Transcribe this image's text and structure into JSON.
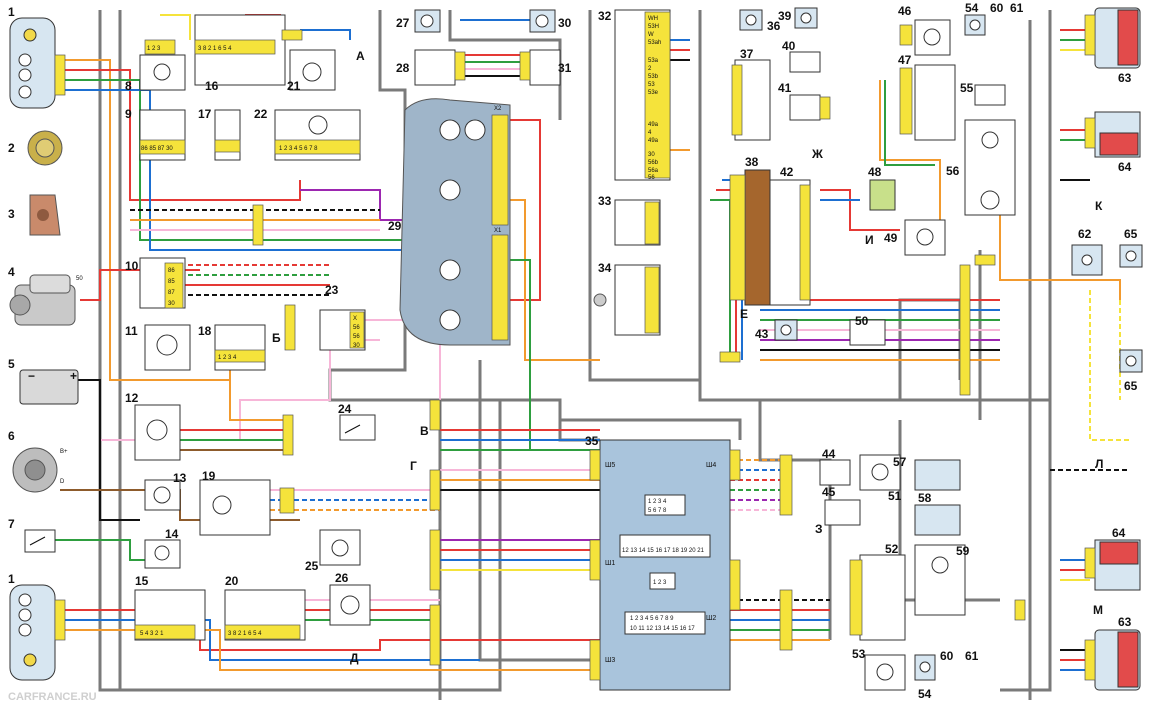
{
  "diagram": {
    "components": [
      "1",
      "2",
      "3",
      "4",
      "5",
      "6",
      "7",
      "8",
      "9",
      "10",
      "11",
      "12",
      "13",
      "14",
      "15",
      "16",
      "17",
      "18",
      "19",
      "20",
      "21",
      "22",
      "23",
      "24",
      "25",
      "26",
      "27",
      "28",
      "29",
      "30",
      "31",
      "32",
      "33",
      "34",
      "35",
      "36",
      "37",
      "38",
      "39",
      "40",
      "41",
      "42",
      "43",
      "44",
      "45",
      "46",
      "47",
      "48",
      "49",
      "50",
      "51",
      "52",
      "53",
      "54",
      "55",
      "56",
      "57",
      "58",
      "59",
      "60",
      "61",
      "62",
      "63",
      "64",
      "65"
    ],
    "connector_letters": [
      "А",
      "Б",
      "В",
      "Г",
      "Д",
      "Е",
      "Ж",
      "З",
      "И",
      "К",
      "Л",
      "М"
    ],
    "block35_connectors": [
      "Ш5",
      "Ш4",
      "Ш1",
      "Ш2",
      "Ш3"
    ],
    "block9_pins": [
      "86",
      "85",
      "87",
      "30"
    ],
    "block10_pins": [
      "86",
      "85",
      "87",
      "30"
    ],
    "block23_pins": [
      "X",
      "56",
      "56",
      "30"
    ],
    "block29_sockets": [
      "X2",
      "X1"
    ],
    "block32_pins": [
      "WH",
      "53H",
      "W",
      "53ah",
      "53a",
      "2",
      "53b",
      "53",
      "53e",
      "49a",
      "4",
      "49a",
      "30",
      "56b",
      "56a",
      "56"
    ],
    "block6_terminals": [
      "B+",
      "D"
    ],
    "starter_terminal": "50",
    "plug_pins": {
      "p1": [
        "1",
        "2",
        "3",
        "4",
        "5",
        "6",
        "7",
        "8"
      ],
      "p2": [
        "12",
        "13",
        "14",
        "15",
        "16",
        "17",
        "18",
        "19",
        "20",
        "21"
      ],
      "p3": [
        "1",
        "2",
        "3"
      ],
      "p4": [
        "1",
        "2",
        "3",
        "4",
        "5",
        "6",
        "7",
        "8",
        "9"
      ],
      "p4b": [
        "10",
        "11",
        "12",
        "13",
        "14",
        "15",
        "16",
        "17"
      ]
    },
    "block8_pins": [
      "1",
      "2",
      "3"
    ],
    "block16_pins": [
      "3",
      "8",
      "2",
      "1",
      "6",
      "5",
      "4"
    ],
    "block18_pins": [
      "1",
      "2",
      "3",
      "4"
    ],
    "block15_pins": [
      "5",
      "4",
      "3",
      "2",
      "1"
    ],
    "block20_pins": [
      "3",
      "8",
      "2",
      "1",
      "6",
      "5",
      "4"
    ],
    "block22_pins": [
      "1",
      "2",
      "3",
      "4",
      "5",
      "6",
      "7",
      "8"
    ],
    "watermark": "CARFRANCE.RU"
  }
}
